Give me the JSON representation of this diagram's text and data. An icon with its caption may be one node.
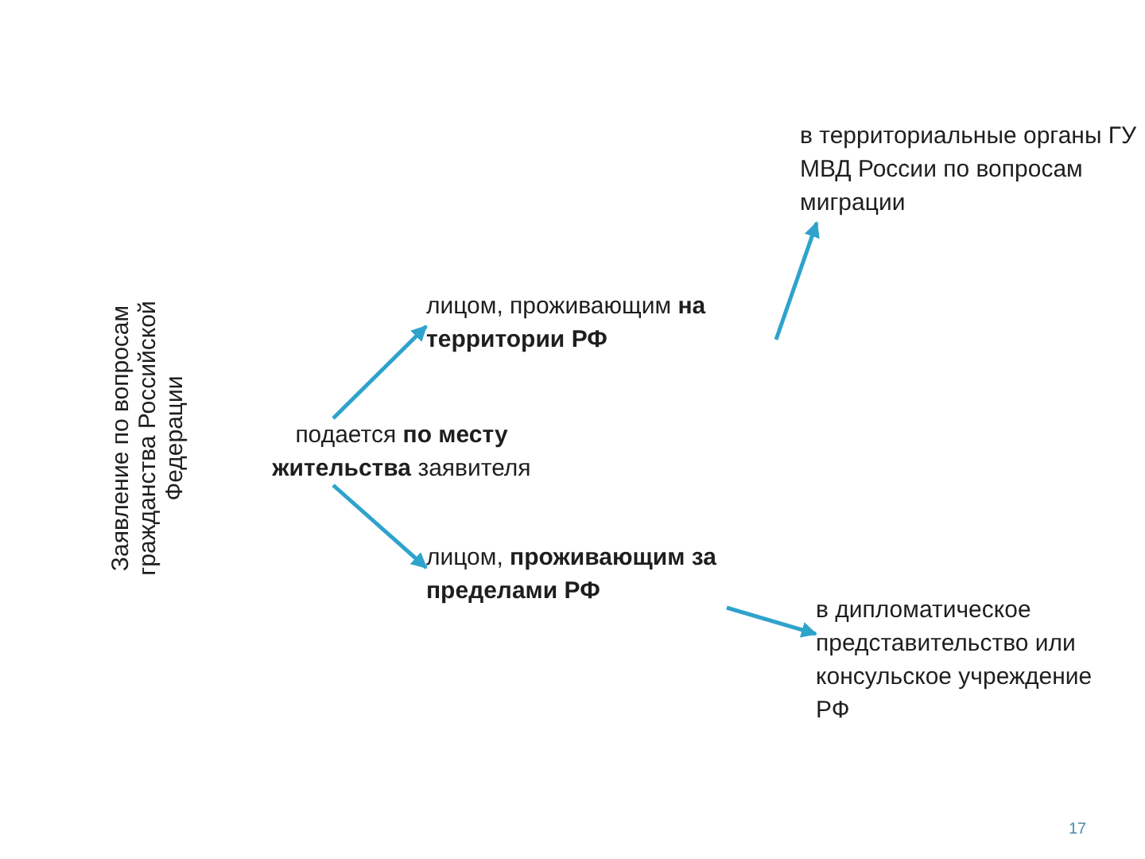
{
  "diagram": {
    "nodes": [
      {
        "text": [
          "в территориальные органы ГУ МВД России по вопросам миграции"
        ]
      },
      {
        "text": [
          "лицом, проживающим **на территории РФ**"
        ]
      },
      {
        "text": [
          "подается **по месту жительства** заявителя"
        ]
      },
      {
        "text": [
          "лицом, **проживающим за пределами РФ**"
        ]
      },
      {
        "text": [
          "в дипломатическое представительство или консульское учреждение РФ"
        ]
      }
    ],
    "edges": [
      {
        "from": 2,
        "to": 1,
        "arrow": "to"
      },
      {
        "from": 1,
        "to": 0,
        "arrow": "to"
      },
      {
        "from": 2,
        "to": 3,
        "arrow": "to"
      },
      {
        "from": 3,
        "to": 4,
        "arrow": "to"
      }
    ],
    "labels": [
      "Заявление по вопросам гражданства Российской Федерации",
      "17"
    ]
  }
}
